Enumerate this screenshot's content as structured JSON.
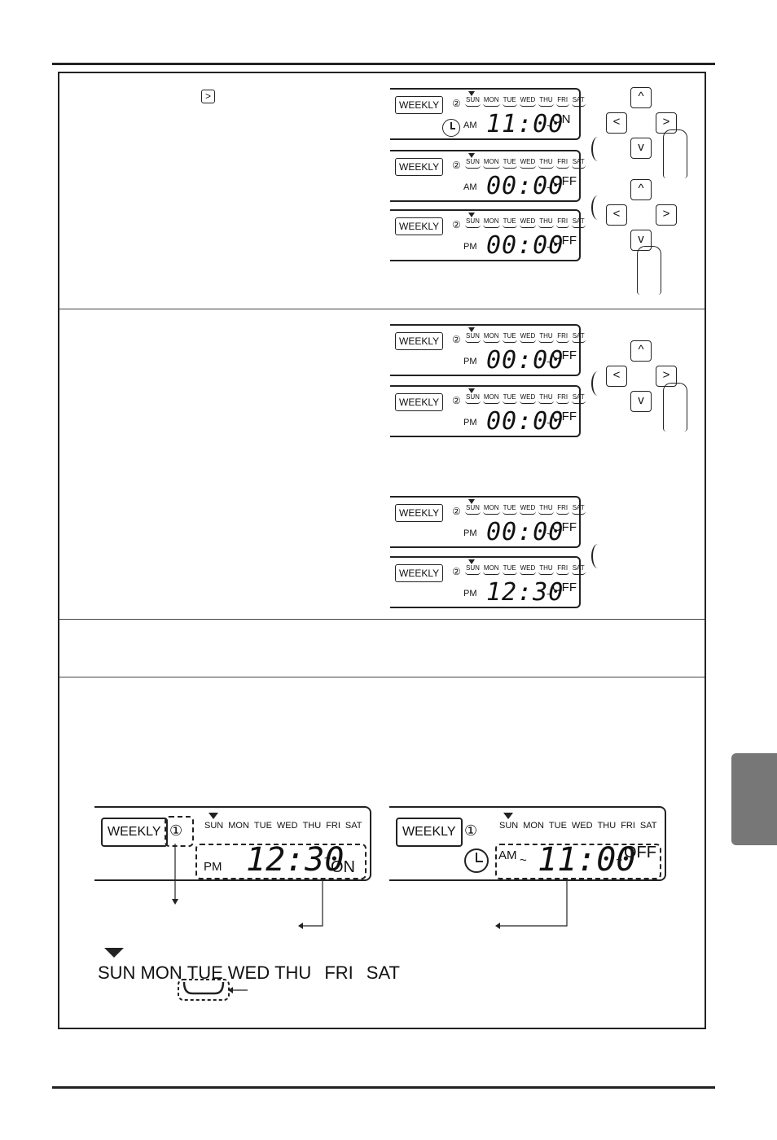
{
  "inline_icon": "right-arrow-key-icon",
  "weekly": "WEEKLY",
  "days": [
    "SUN",
    "MON",
    "TUE",
    "WED",
    "THU",
    "FRI",
    "SAT"
  ],
  "panels": [
    {
      "num": "②",
      "ampm": "AM",
      "time": "11:00",
      "tilde": "~",
      "onoff": "ON"
    },
    {
      "num": "②",
      "ampm": "AM",
      "time": "00:00",
      "tilde": "~",
      "onoff": "OFF"
    },
    {
      "num": "②",
      "ampm": "PM",
      "time": "00:00",
      "tilde": "~",
      "onoff": "OFF"
    },
    {
      "num": "②",
      "ampm": "PM",
      "time": "00:00",
      "tilde": "~",
      "onoff": "OFF"
    },
    {
      "num": "②",
      "ampm": "PM",
      "time": "00:00",
      "tilde": "~",
      "onoff": "OFF"
    },
    {
      "num": "②",
      "ampm": "PM",
      "time": "00:00",
      "tilde": "~",
      "onoff": "OFF"
    },
    {
      "num": "②",
      "ampm": "PM",
      "time": "12:30",
      "tilde": "~",
      "onoff": "OFF"
    }
  ],
  "big_left": {
    "num": "①",
    "ampm": "PM",
    "time": "12:30",
    "tilde": "~",
    "onoff": "ON"
  },
  "big_right": {
    "num": "①",
    "ampm": "AM",
    "tilde1": "~",
    "time": "11:00",
    "tilde2": "~",
    "onoff": "OFF"
  },
  "keys": {
    "up": "^",
    "down": "v",
    "left": "<",
    "right": ">"
  }
}
